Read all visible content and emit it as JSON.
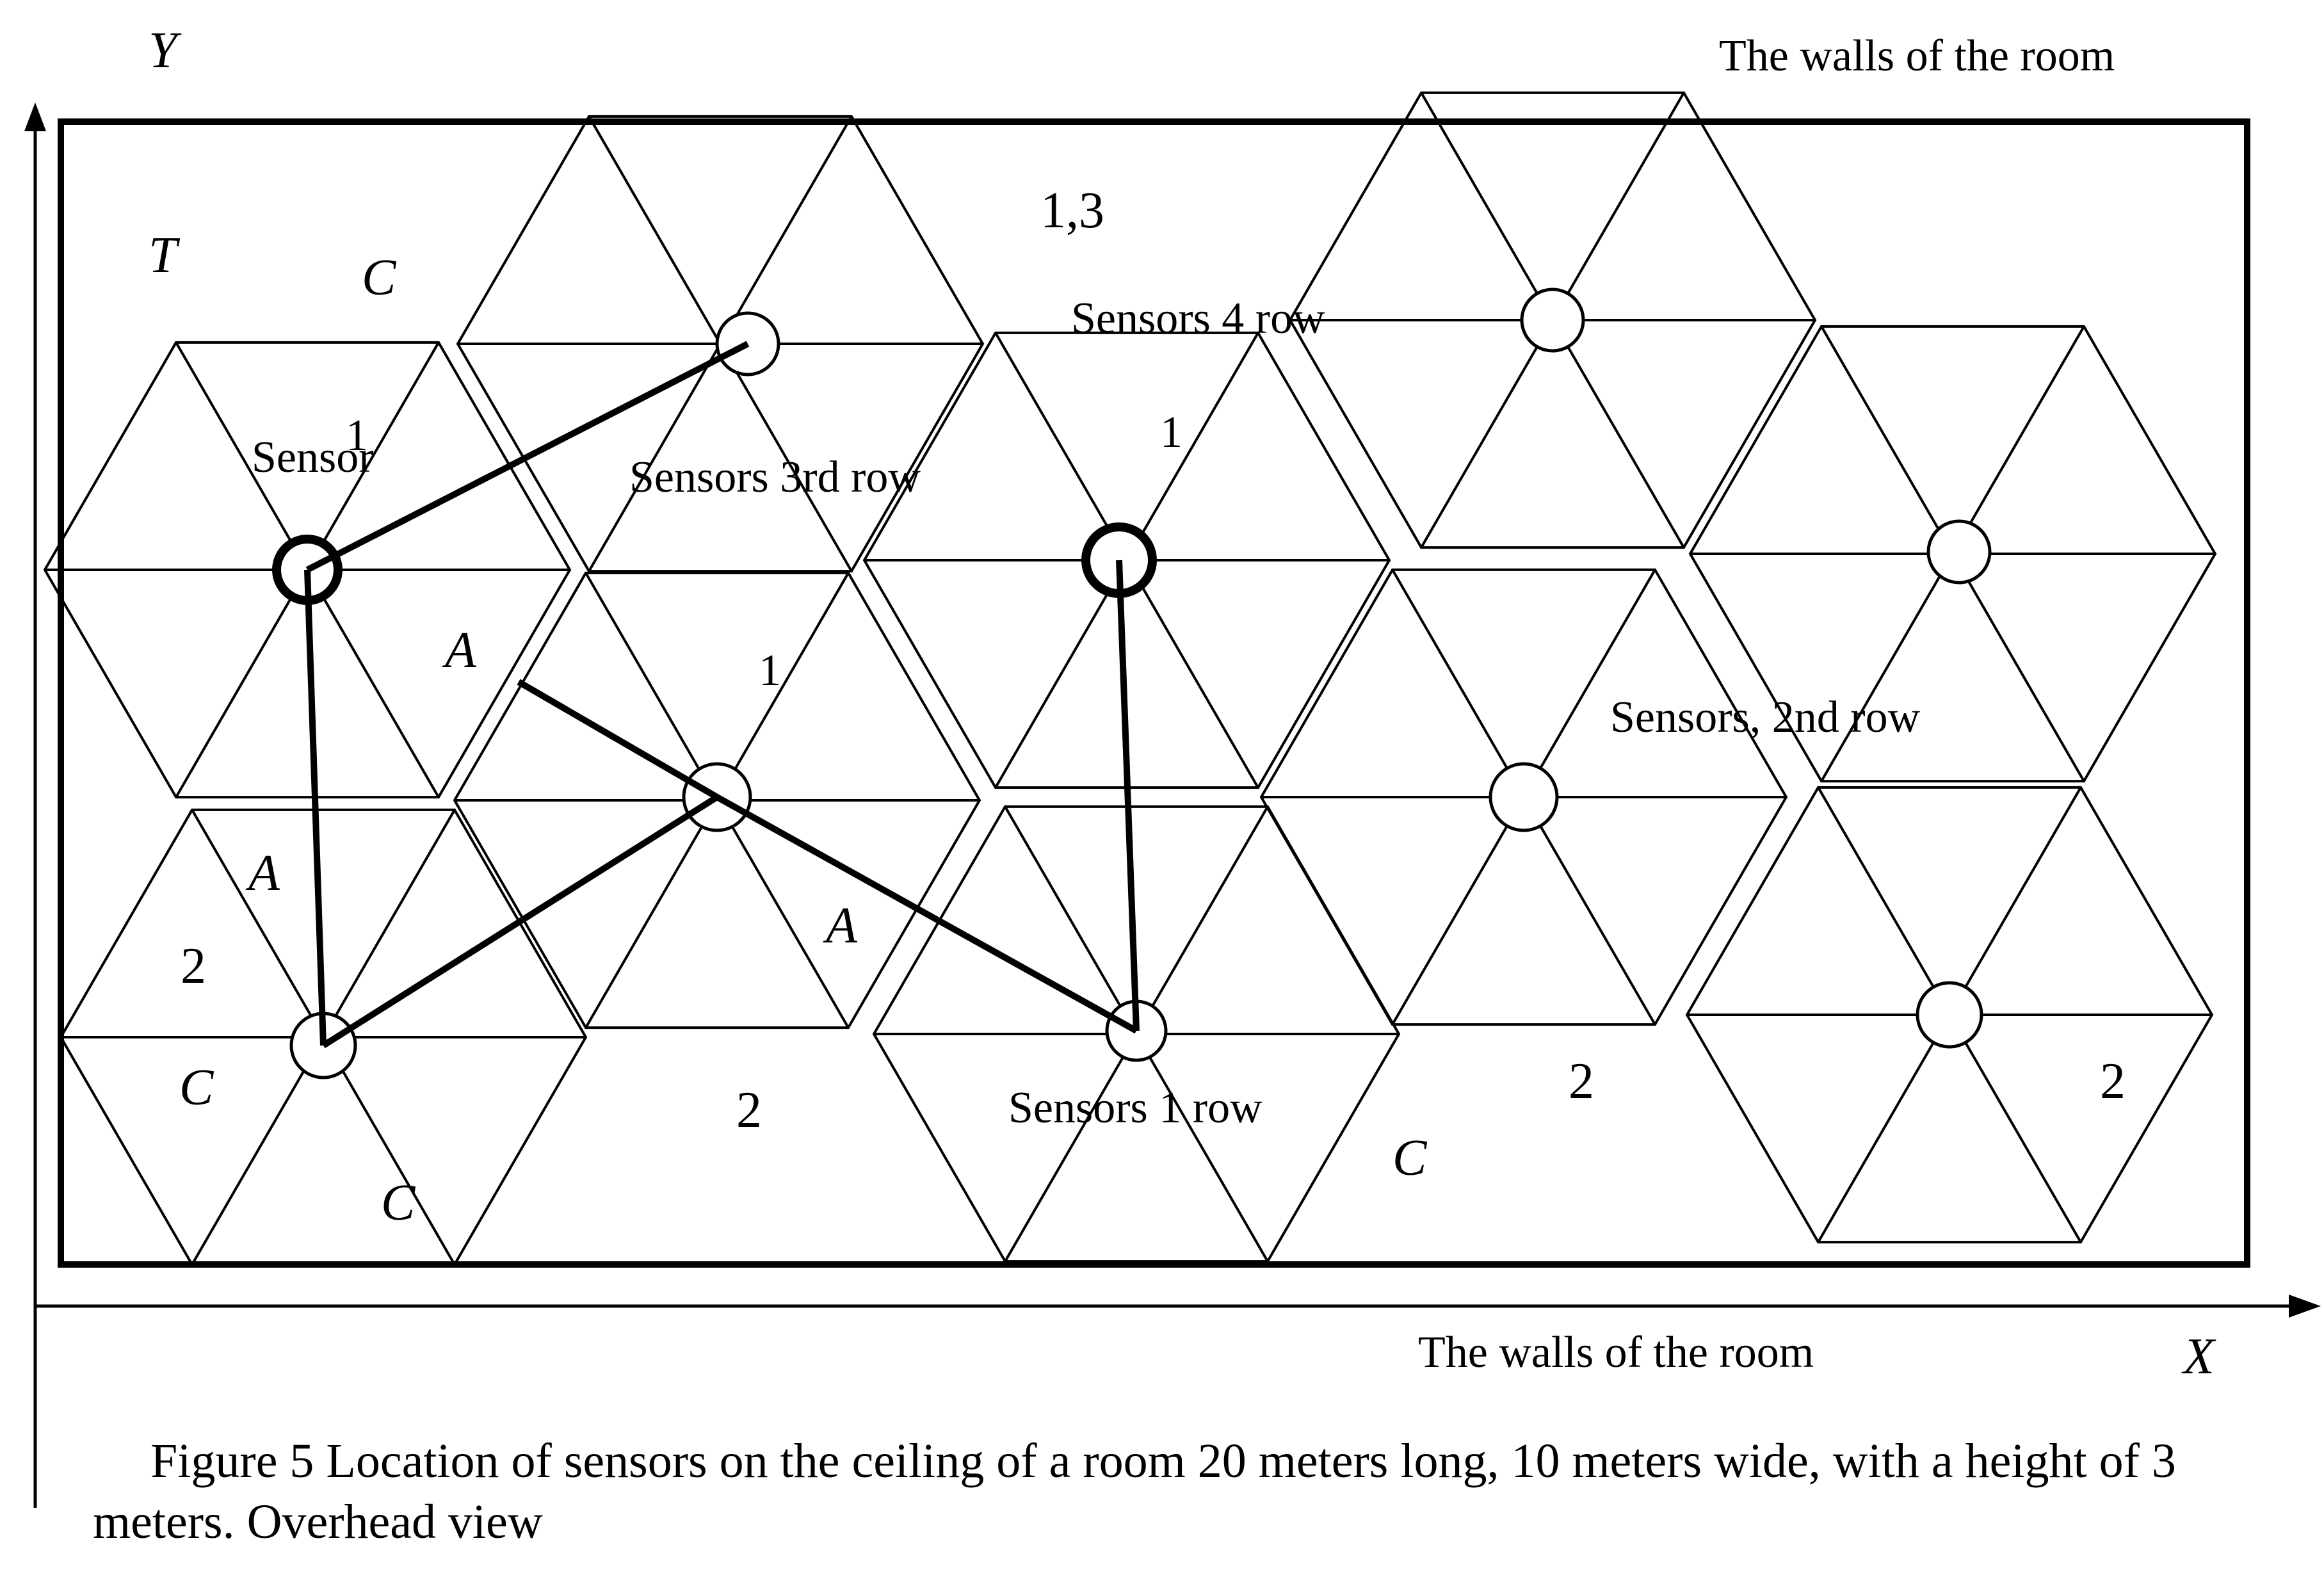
{
  "labels": {
    "axis_y": "Y",
    "axis_x": "X",
    "walls_top": "The walls of the room",
    "walls_bottom": "The walls of the room",
    "t": "T",
    "c1": "C",
    "c2": "C",
    "c3": "C",
    "c4": "C",
    "one_three": "1,3",
    "sensors_4_row": "Sensors 4 row",
    "sensors_3rd_row": "Sensors 3rd row",
    "sensor": "Sensor",
    "sensors_2nd_row": "Sensors, 2nd row",
    "sensors_1_row": "Sensors 1 row",
    "a1": "A",
    "a2": "A",
    "a3": "A",
    "one_a": "1",
    "one_b": "1",
    "one_c": "1",
    "two_a": "2",
    "two_b": "2",
    "two_c": "2",
    "two_d": "2"
  },
  "caption": "Figure 5 Location of sensors on the ceiling of a room 20 meters long, 10 meters wide, with a height of 3 meters. Overhead view"
}
